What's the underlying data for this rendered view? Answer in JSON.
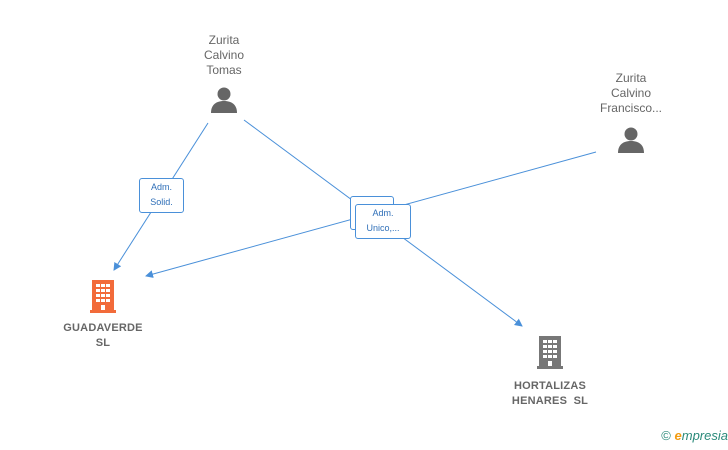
{
  "colors": {
    "edge": "#4a90d9",
    "person_icon": "#666666",
    "company_main": "#f26b3a",
    "company_other": "#777777"
  },
  "nodes": {
    "person_tomas": {
      "lines": [
        "Zurita",
        "Calvino",
        "Tomas"
      ],
      "icon": "person-icon"
    },
    "person_francisco": {
      "lines": [
        "Zurita",
        "Calvino",
        "Francisco..."
      ],
      "icon": "person-icon"
    },
    "company_guadaverde": {
      "lines": [
        "GUADAVERDE",
        "SL"
      ],
      "icon": "building-icon"
    },
    "company_hortalizas": {
      "lines": [
        "HORTALIZAS",
        "HENARES  SL"
      ],
      "icon": "building-icon"
    }
  },
  "edge_labels": {
    "adm_solid": [
      "Adm.",
      "Solid."
    ],
    "adm_unico": [
      "Adm.",
      "Unico,..."
    ]
  },
  "footer": {
    "copyright": "©",
    "brand_initial": "e",
    "brand_rest": "mpresia"
  }
}
